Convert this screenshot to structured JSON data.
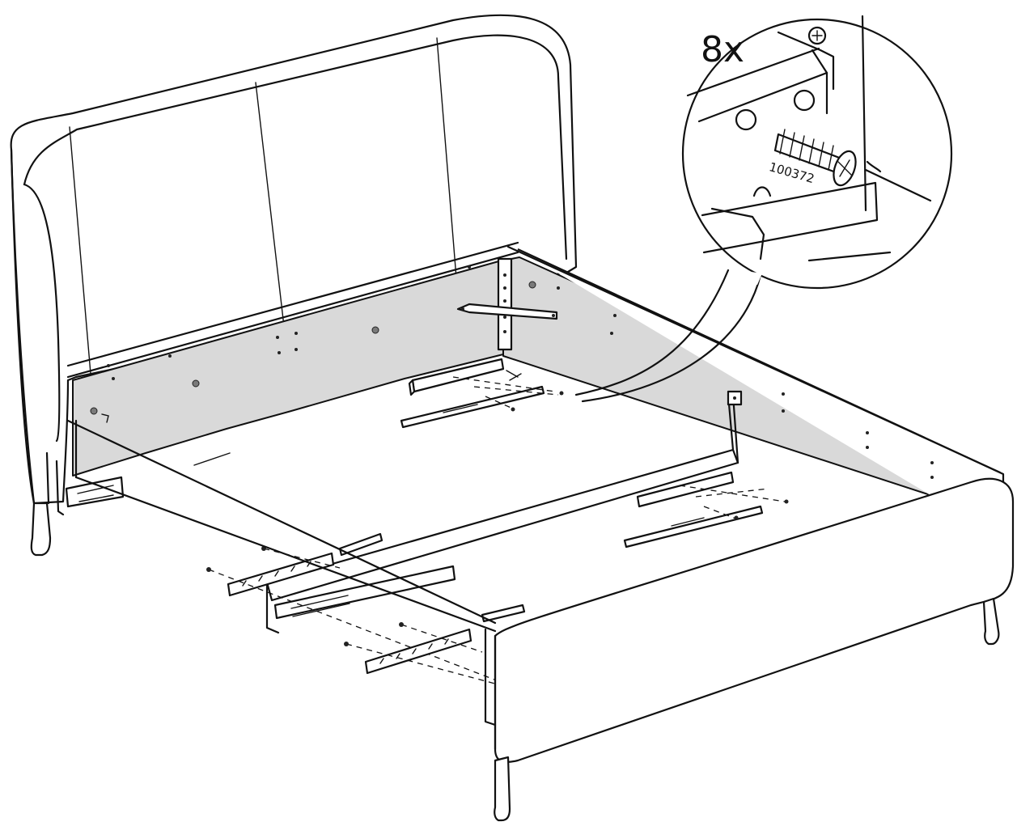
{
  "callout": {
    "quantity": "8x",
    "part_number": "100372"
  },
  "parts": [
    {
      "name": "screw",
      "part_number": "100372",
      "quantity": "8x"
    }
  ]
}
